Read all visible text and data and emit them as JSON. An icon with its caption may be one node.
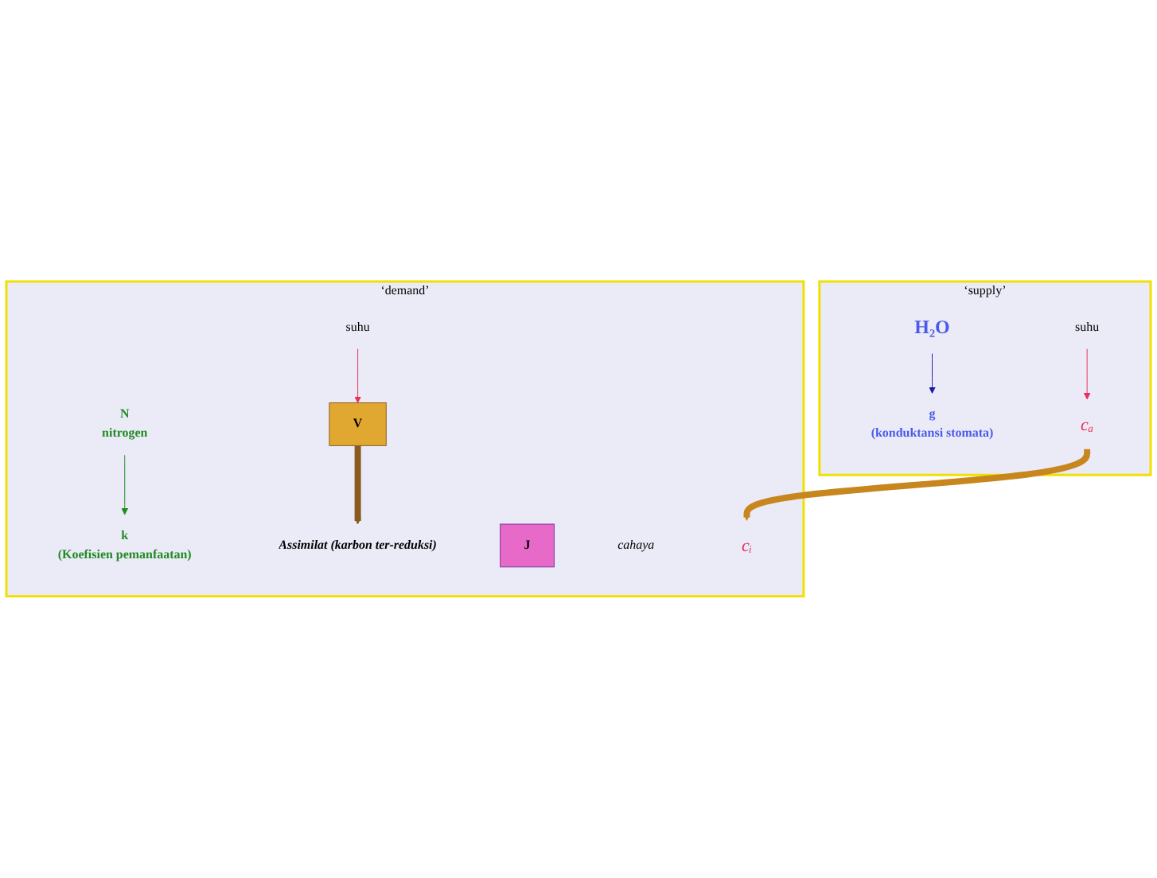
{
  "diagram": {
    "nodes": [
      {
        "text": [
          "‘supply’"
        ]
      },
      {
        "text": [
          "H₂O"
        ],
        "in": 0
      },
      {
        "text": [
          "g",
          "(konduktansi stomata)"
        ],
        "in": 0
      },
      {
        "text": [
          "cₐ"
        ],
        "in": 0
      },
      {
        "text": [
          "suhu"
        ],
        "in": 0
      },
      {
        "text": [
          "‘demand’"
        ]
      },
      {
        "text": [
          "N",
          "nitrogen"
        ],
        "in": 5
      },
      {
        "text": [
          "k",
          "(Koefisien pemanfaatan)"
        ],
        "in": 5
      },
      {
        "text": [
          "cᵢ"
        ],
        "in": 5
      },
      {
        "text": [
          "V"
        ],
        "in": 5
      },
      {
        "text": [
          "J"
        ],
        "in": 5
      },
      {
        "text": [
          "cahaya"
        ],
        "in": 5
      },
      {
        "text": [
          "suhu"
        ],
        "in": 5
      },
      {
        "text": [
          "Assimilat (karbon ter-reduksi)"
        ],
        "in": 5
      }
    ],
    "edges": [
      {
        "from": 1,
        "to": 2,
        "arrow": "to",
        "color": "#1a1aa8"
      },
      {
        "from": 4,
        "to": 3,
        "arrow": "to",
        "color": "#e8305a"
      },
      {
        "from": 3,
        "to": 8,
        "arrow": "to",
        "style": "thick",
        "color": "#c8861e"
      },
      {
        "from": 6,
        "to": 7,
        "arrow": "to",
        "color": "#228b22"
      },
      {
        "from": 9,
        "to": 13,
        "arrow": "to",
        "style": "thick",
        "color": "#8a5a1e"
      },
      {
        "from": 12,
        "to": 9,
        "arrow": "to",
        "color": "#e8305a"
      }
    ]
  }
}
